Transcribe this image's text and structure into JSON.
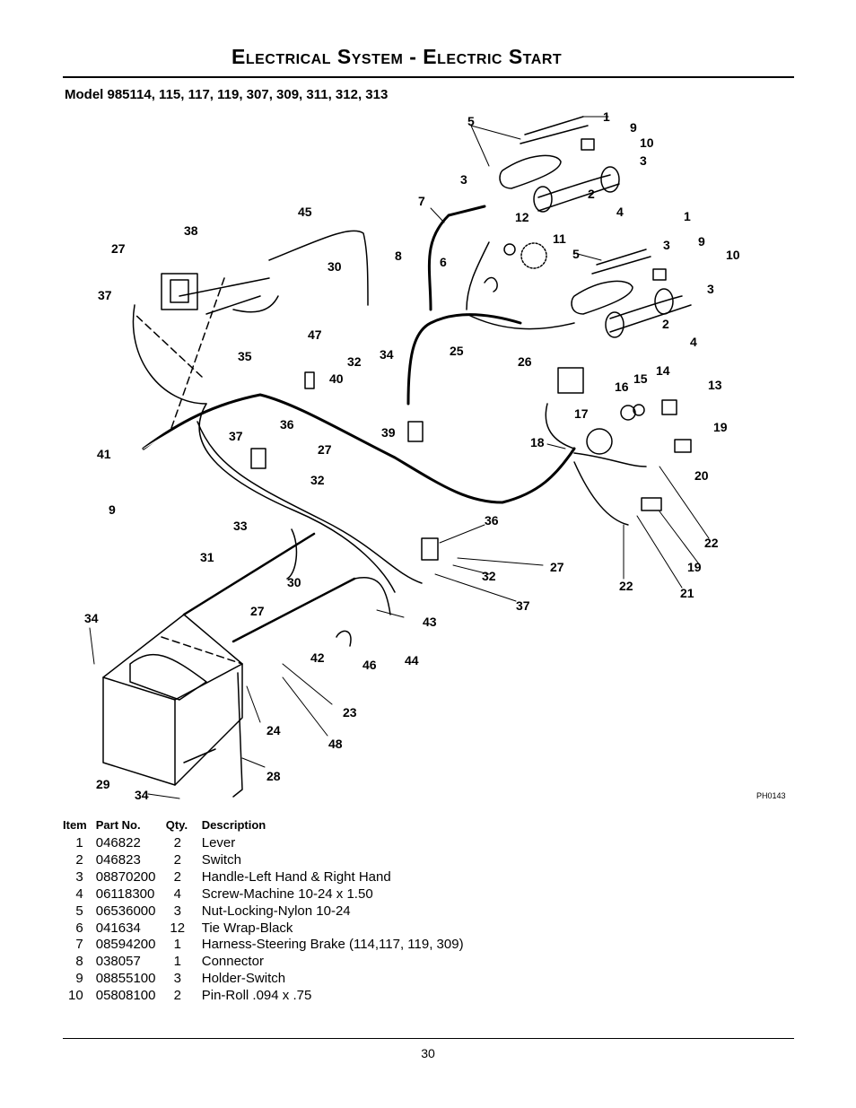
{
  "header": {
    "title": "Electrical System - Electric Start",
    "subtitle": "Model 985114, 115, 117, 119, 307, 309, 311, 312, 313"
  },
  "diagram": {
    "code": "PH0143",
    "callouts": [
      "1",
      "9",
      "10",
      "3",
      "5",
      "3",
      "2",
      "4",
      "7",
      "12",
      "11",
      "1",
      "3",
      "9",
      "10",
      "5",
      "3",
      "2",
      "4",
      "45",
      "38",
      "27",
      "37",
      "30",
      "8",
      "6",
      "25",
      "47",
      "34",
      "32",
      "35",
      "40",
      "39",
      "26",
      "14",
      "15",
      "16",
      "13",
      "17",
      "19",
      "18",
      "20",
      "36",
      "37",
      "27",
      "32",
      "41",
      "9",
      "33",
      "31",
      "30",
      "36",
      "27",
      "32",
      "37",
      "22",
      "22",
      "19",
      "21",
      "34",
      "27",
      "43",
      "42",
      "44",
      "46",
      "23",
      "24",
      "48",
      "28",
      "29",
      "34"
    ]
  },
  "table": {
    "headers": {
      "item": "Item",
      "part": "Part No.",
      "qty": "Qty.",
      "desc": "Description"
    },
    "rows": [
      {
        "item": "1",
        "part": "046822",
        "qty": "2",
        "desc": "Lever"
      },
      {
        "item": "2",
        "part": "046823",
        "qty": "2",
        "desc": "Switch"
      },
      {
        "item": "3",
        "part": "08870200",
        "qty": "2",
        "desc": "Handle-Left Hand & Right Hand"
      },
      {
        "item": "4",
        "part": "06118300",
        "qty": "4",
        "desc": "Screw-Machine 10-24 x 1.50"
      },
      {
        "item": "5",
        "part": "06536000",
        "qty": "3",
        "desc": "Nut-Locking-Nylon 10-24"
      },
      {
        "item": "6",
        "part": "041634",
        "qty": "12",
        "desc": "Tie Wrap-Black"
      },
      {
        "item": "7",
        "part": "08594200",
        "qty": "1",
        "desc": "Harness-Steering Brake (114,117, 119, 309)"
      },
      {
        "item": "8",
        "part": "038057",
        "qty": "1",
        "desc": "Connector"
      },
      {
        "item": "9",
        "part": "08855100",
        "qty": "3",
        "desc": "Holder-Switch"
      },
      {
        "item": "10",
        "part": "05808100",
        "qty": "2",
        "desc": "Pin-Roll .094 x .75"
      }
    ]
  },
  "footer": {
    "page": "30"
  }
}
